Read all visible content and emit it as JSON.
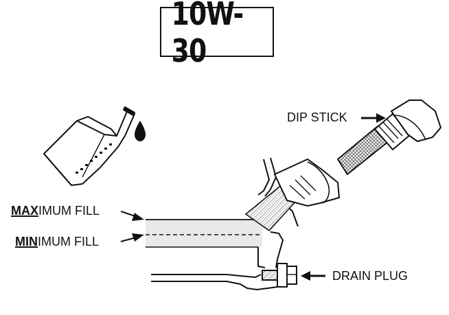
{
  "oil_grade": "10W-30",
  "labels": {
    "dip_stick": "DIP STICK",
    "drain_plug": "DRAIN PLUG",
    "max_fill_strong": "MAX",
    "max_fill_rest": "IMUM FILL",
    "min_fill_strong": "MIN",
    "min_fill_rest": "IMUM FILL"
  },
  "colors": {
    "line": "#111111",
    "oil_band": "#e6e6e6",
    "hatch": "#6e6e6e"
  },
  "icons": [
    "oil-bottle-icon",
    "oil-drop-icon",
    "dipstick-icon",
    "drain-plug-icon"
  ]
}
